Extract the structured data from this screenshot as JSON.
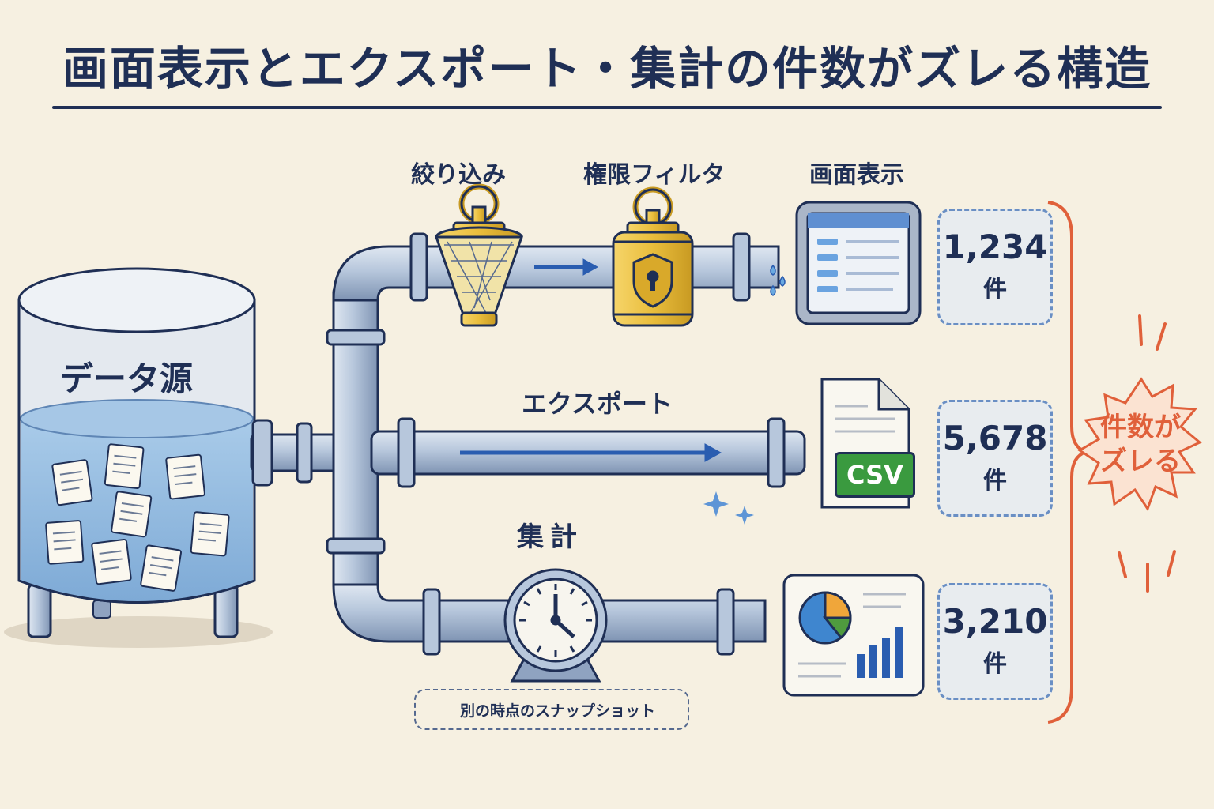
{
  "title": "画面表示とエクスポート・集計の件数がズレる構造",
  "source": {
    "label": "データ源"
  },
  "filters": {
    "narrowing": "絞り込み",
    "permission": "権限フィルタ"
  },
  "routes": {
    "display": {
      "label": "画面表示",
      "count": "1,234",
      "unit": "件"
    },
    "export": {
      "label": "エクスポート",
      "count": "5,678",
      "unit": "件",
      "file_tag": "CSV"
    },
    "aggregate": {
      "label": "集計",
      "count": "3,210",
      "unit": "件",
      "note": "別の時点のスナップショット"
    }
  },
  "mismatch": {
    "line1": "件数が",
    "line2": "ズレる"
  },
  "colors": {
    "background": "#f6f0e1",
    "ink": "#1f2f55",
    "pipe": "#a9bad2",
    "water": "#8fb8e0",
    "valve": "#e9bd3c",
    "accent": "#e0603a",
    "csv": "#3a9a3f"
  }
}
